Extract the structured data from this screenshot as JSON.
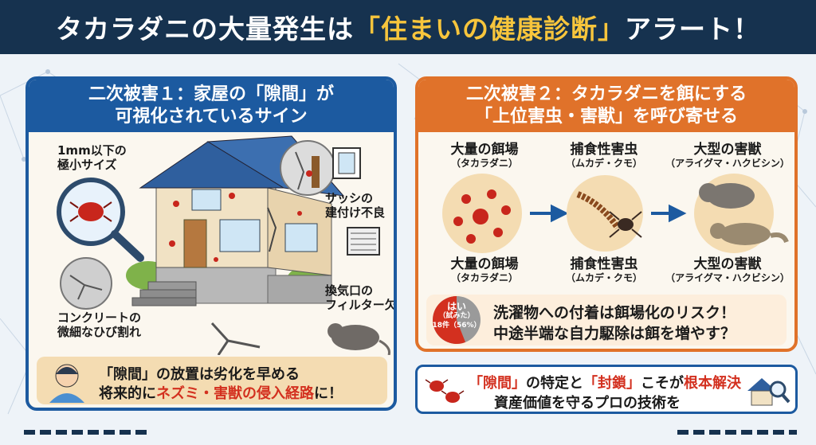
{
  "title": {
    "before": "タカラダニの大量発生は",
    "highlight": "「住まいの健康診断」",
    "after": "アラート！"
  },
  "left_panel": {
    "header_line1": "二次被害１：家屋の「隙間」が",
    "header_line2": "可視化されているサイン",
    "label_size_1": "1mm以下の",
    "label_size_2": "極小サイズ",
    "label_sash_1": "サッシの",
    "label_sash_2": "建付け不良",
    "label_vent_1": "換気口の",
    "label_vent_2": "フィルター欠損",
    "label_crack_1": "コンクリートの",
    "label_crack_2": "微細なひび割れ",
    "note_line1": "「隙間」の放置は劣化を早める",
    "note_line2_prefix": "将来的に",
    "note_line2_red": "ネズミ・害獣の侵入経路",
    "note_line2_suffix": "に！"
  },
  "right_panel": {
    "header_line1": "二次被害２：タカラダニを餌にする",
    "header_line2": "「上位害虫・害獣」を呼び寄せる",
    "chain": [
      {
        "name": "大量の餌場",
        "sub": "（タカラダニ）"
      },
      {
        "name": "捕食性害虫",
        "sub": "（ムカデ・クモ）"
      },
      {
        "name": "大型の害獣",
        "sub": "（アライグマ・ハクビシン）"
      }
    ],
    "survey": {
      "pie_label": "はい",
      "pie_sub": "（試みた）",
      "pie_value": "18件（56%）",
      "pie_fraction": 0.56,
      "line1": "洗濯物への付着は餌場化のリスク！",
      "line2": "中途半端な自力駆除は餌を増やす？"
    }
  },
  "bottom": {
    "q1": "「隙間」",
    "mid1": "の特定と",
    "q2": "「封鎖」",
    "mid2": "こそが",
    "red": "根本解決",
    "line2": "資産価値を守るプロの技術を"
  },
  "colors": {
    "navy": "#16324f",
    "blue": "#1c5aa0",
    "orange": "#e0722a",
    "yellow": "#f7c53c",
    "red": "#d3301f"
  }
}
